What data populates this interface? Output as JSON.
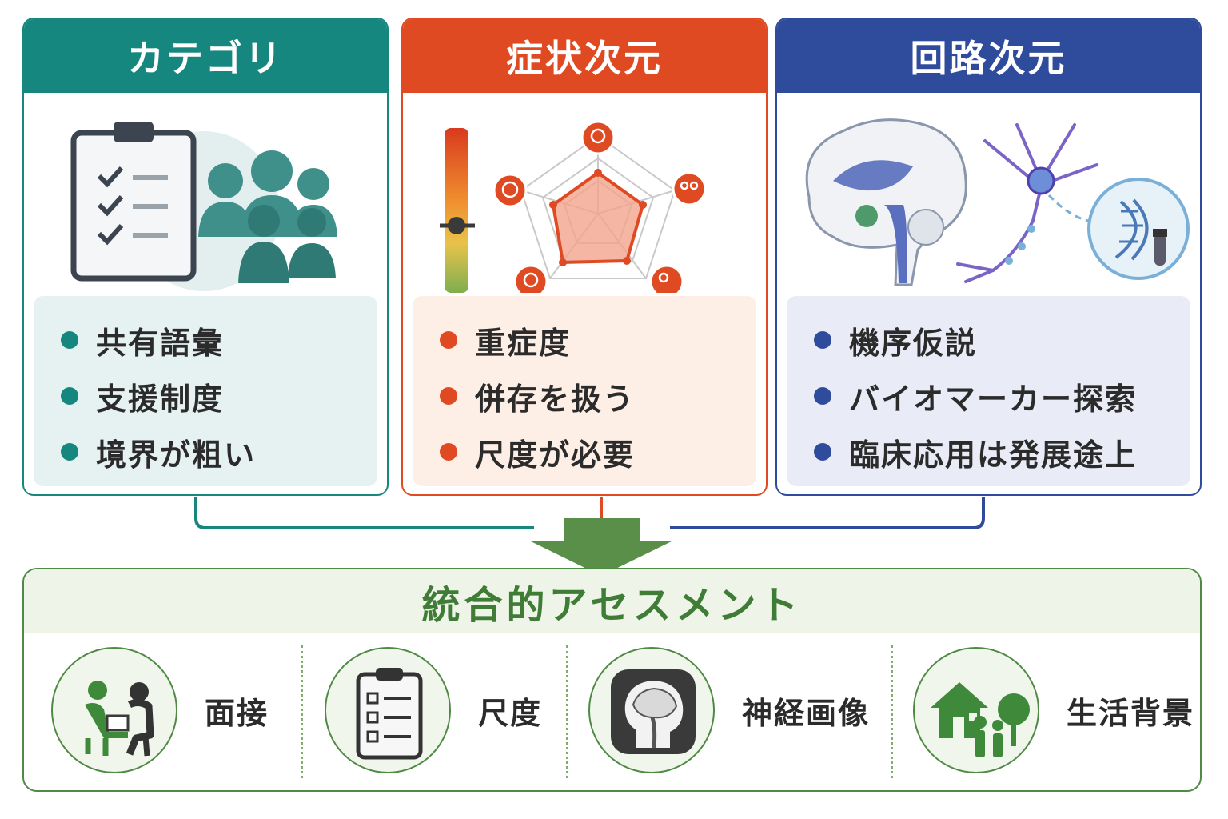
{
  "panels": [
    {
      "title": "カテゴリ",
      "items": [
        "共有語彙",
        "支援制度",
        "境界が粗い"
      ]
    },
    {
      "title": "症状次元",
      "items": [
        "重症度",
        "併存を扱う",
        "尺度が必要"
      ]
    },
    {
      "title": "回路次元",
      "items": [
        "機序仮説",
        "バイオマーカー探索",
        "臨床応用は発展途上"
      ]
    }
  ],
  "assessment": {
    "title": "統合的アセスメント",
    "items": [
      {
        "label": "面接",
        "icon": "interview-icon"
      },
      {
        "label": "尺度",
        "icon": "checklist-icon"
      },
      {
        "label": "神経画像",
        "icon": "brain-scan-icon"
      },
      {
        "label": "生活背景",
        "icon": "home-family-icon"
      }
    ]
  },
  "colors": {
    "category": "#16877f",
    "symptom": "#df4a22",
    "circuit": "#2f4b9c",
    "integration": "#4f8a45"
  }
}
